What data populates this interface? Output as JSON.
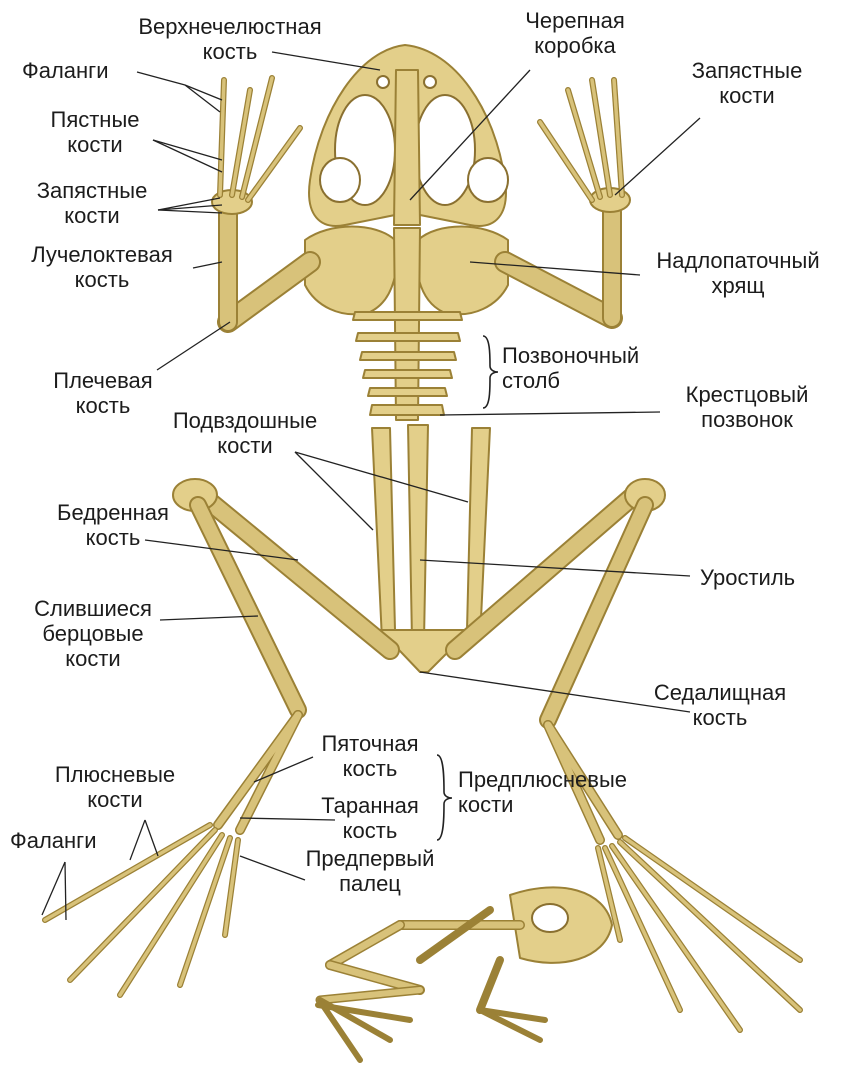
{
  "labels": {
    "maxilla": [
      "Верхнечелюстная",
      "кость"
    ],
    "cranium": [
      "Черепная",
      "коробка"
    ],
    "phalanges_hand": "Фаланги",
    "metacarpals": [
      "Пястные",
      "кости"
    ],
    "carpals_left": [
      "Запястные",
      "кости"
    ],
    "carpals_right": [
      "Запястные",
      "кости"
    ],
    "radioulna": [
      "Лучелоктевая",
      "кость"
    ],
    "suprascapula": [
      "Надлопаточный",
      "хрящ"
    ],
    "humerus": [
      "Плечевая",
      "кость"
    ],
    "spine": [
      "Позвоночный",
      "столб"
    ],
    "sacral": [
      "Крестцовый",
      "позвонок"
    ],
    "ilium": [
      "Подвздошные",
      "кости"
    ],
    "femur": [
      "Бедренная",
      "кость"
    ],
    "urostyle": "Уростиль",
    "tibiofibula": [
      "Слившиеся",
      "берцовые",
      "кости"
    ],
    "ischium": [
      "Седалищная",
      "кость"
    ],
    "calcaneus": [
      "Пяточная",
      "кость"
    ],
    "talus": [
      "Таранная",
      "кость"
    ],
    "tarsals": [
      "Предплюсневые",
      "кости"
    ],
    "metatarsals": [
      "Плюсневые",
      "кости"
    ],
    "phalanges_foot": "Фаланги",
    "prehallux": [
      "Предпервый",
      "палец"
    ]
  },
  "colors": {
    "bone": "#e3cf8a",
    "bone_outline": "#9b8136",
    "text": "#1c1c1c",
    "line": "#222222"
  }
}
